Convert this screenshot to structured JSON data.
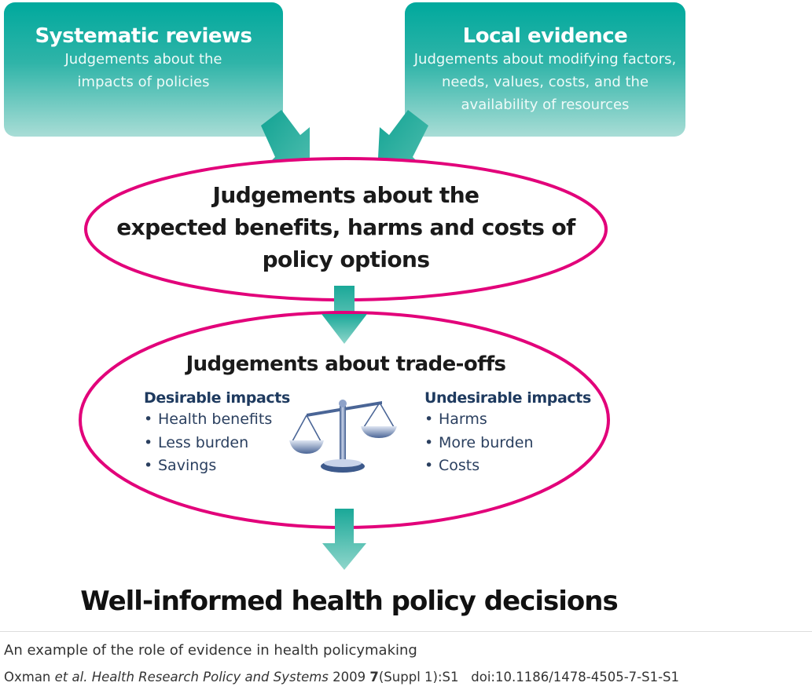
{
  "boxes": {
    "systematic_reviews": {
      "title": "Systematic reviews",
      "lines": [
        "Judgements about the",
        "impacts of policies"
      ]
    },
    "local_evidence": {
      "title": "Local evidence",
      "lines": [
        "Judgements about modifying factors,",
        "needs, values, costs, and the",
        "availability of resources"
      ]
    }
  },
  "ellipse1": {
    "lines": [
      "Judgements about the",
      "expected benefits, harms and costs of",
      "policy options"
    ]
  },
  "ellipse2": {
    "title": "Judgements about trade-offs",
    "desirable": {
      "heading": "Desirable impacts",
      "items": [
        "Health benefits",
        "Less burden",
        "Savings"
      ]
    },
    "undesirable": {
      "heading": "Undesirable impacts",
      "items": [
        "Harms",
        "More burden",
        "Costs"
      ]
    }
  },
  "final_text": "Well-informed health policy decisions",
  "caption": "An example of the role of evidence in health policymaking",
  "citation": {
    "authors": "Oxman",
    "etal": "et al.",
    "journal": "Health Research Policy and Systems",
    "year": "2009",
    "volume": "7",
    "issue": "(Suppl 1):S1",
    "doi": "doi:10.1186/1478-4505-7-S1-S1"
  },
  "colors": {
    "teal": "#00a99d",
    "magenta": "#e2007a",
    "arrow": "#2bb3a3",
    "scale": "#5a6f9e"
  },
  "icons": [
    "balance-scale-icon",
    "arrow-down-icon"
  ]
}
